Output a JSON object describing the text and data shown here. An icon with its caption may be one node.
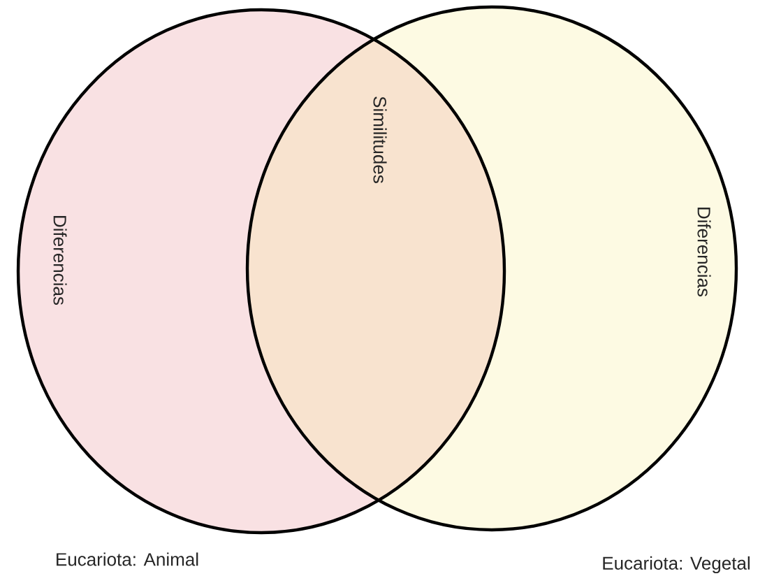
{
  "diagram": {
    "nodes": [
      {
        "text": [
          "Diferencias"
        ],
        "beside": [
          "Eucariota: Animal"
        ]
      },
      {
        "text": [
          "Diferencias"
        ],
        "beside": [
          "Eucariota: Vegetal"
        ]
      }
    ],
    "labels": [
      "Similitudes"
    ]
  }
}
